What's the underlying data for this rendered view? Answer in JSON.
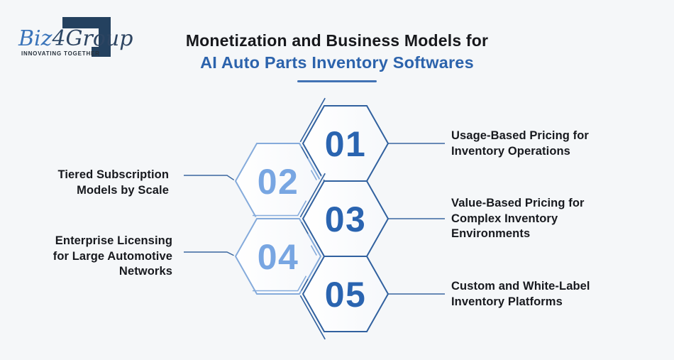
{
  "logo": {
    "brand_prefix": "Biz",
    "brand_digit": "4",
    "brand_suffix": "Group",
    "tagline": "INNOVATING TOGETHER",
    "colors": {
      "prefix_blue": "#3a74ba",
      "suffix_navy": "#2e4562",
      "mark_navy": "#24415f"
    }
  },
  "title": {
    "line1": "Monetization and Business Models for",
    "line2": "AI Auto Parts Inventory Softwares",
    "line1_color": "#17181c",
    "line2_color": "#2c63ac",
    "underline_color": "#4272b4"
  },
  "diagram": {
    "type": "hexagon-step-infographic",
    "items": [
      {
        "number": "01",
        "tone": "dark",
        "side": "right",
        "label_lines": [
          "Usage-Based Pricing for",
          "Inventory Operations"
        ]
      },
      {
        "number": "02",
        "tone": "light",
        "side": "left",
        "label_lines": [
          "Tiered Subscription",
          "Models by Scale"
        ]
      },
      {
        "number": "03",
        "tone": "dark",
        "side": "right",
        "label_lines": [
          "Value-Based Pricing for",
          "Complex Inventory",
          "Environments"
        ]
      },
      {
        "number": "04",
        "tone": "light",
        "side": "left",
        "label_lines": [
          "Enterprise Licensing",
          "for Large Automotive",
          "Networks"
        ]
      },
      {
        "number": "05",
        "tone": "dark",
        "side": "right",
        "label_lines": [
          "Custom and White-Label",
          "Inventory Platforms"
        ]
      }
    ],
    "colors": {
      "hex_dark_stroke": "#31619f",
      "hex_light_stroke": "#85abdb",
      "number_dark": "#2a64b0",
      "number_light": "#78a6e2",
      "connector": "#3a679f",
      "label_text": "#17191e",
      "background": "#f5f7f9"
    }
  }
}
